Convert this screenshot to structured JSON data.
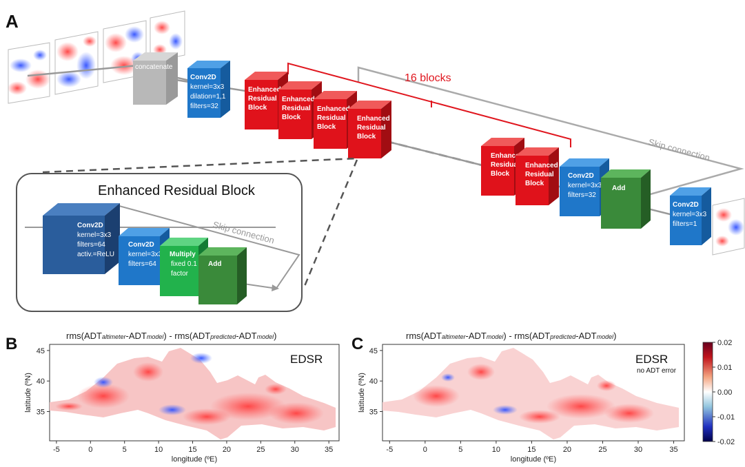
{
  "panelA": {
    "label": "A",
    "concat_label": "concatenate",
    "conv_first": {
      "title": "Conv2D",
      "lines": [
        "kernel=3x3",
        "dilation=1,1",
        "filters=32"
      ]
    },
    "erb_label": [
      "Enhanced",
      "Residual",
      "Block"
    ],
    "blocks_label": "16 blocks",
    "skip_label": "Skip connection",
    "conv_mid": {
      "title": "Conv2D",
      "lines": [
        "kernel=3x3",
        "filters=32"
      ]
    },
    "add_label": "Add",
    "conv_last": {
      "title": "Conv2D",
      "lines": [
        "kernel=3x3",
        "filters=1"
      ]
    },
    "inset": {
      "title": "Enhanced Residual Block",
      "skip_label": "Skip connection",
      "conv1": {
        "title": "Conv2D",
        "lines": [
          "kernel=3x3",
          "filters=64",
          "activ.=ReLU"
        ]
      },
      "conv2": {
        "title": "Conv2D",
        "lines": [
          "kernel=3x3",
          "filters=64"
        ]
      },
      "multiply": {
        "title": "Multiply",
        "lines": [
          "fixed 0.1",
          "factor"
        ]
      },
      "add": "Add"
    }
  },
  "panelB": {
    "label": "B",
    "title": {
      "pre": "rms(ADT",
      "s1": "altimeter",
      "mid1": "-ADT",
      "s2": "model",
      "mid2": ") - rms(ADT",
      "s3": "predicted",
      "mid3": "-ADT",
      "s4": "model",
      "end": ")"
    },
    "tag": "EDSR",
    "ylabel": "latitude  (ºN)",
    "xlabel": "longitude  (ºE)",
    "xticks": [
      "-5",
      "0",
      "5",
      "10",
      "15",
      "20",
      "25",
      "30",
      "35"
    ],
    "yticks": [
      "35",
      "40",
      "45"
    ]
  },
  "panelC": {
    "label": "C",
    "tag": "EDSR",
    "note": "no ADT error",
    "ylabel": "latitude  (ºN)",
    "xlabel": "longitude  (ºE)",
    "xticks": [
      "-5",
      "0",
      "5",
      "10",
      "15",
      "20",
      "25",
      "30",
      "35"
    ],
    "yticks": [
      "35",
      "40",
      "45"
    ]
  },
  "colorbar": {
    "ticks": [
      "0.02",
      "0.01",
      "0.00",
      "-0.01",
      "-0.02"
    ],
    "colors": {
      "max": "#b2001a",
      "mid": "#ffffff",
      "min": "#00107a"
    }
  },
  "colors": {
    "red_block": "#e0121b",
    "blue_block": "#1f77c9",
    "green_add": "#3a8a3a",
    "green_mul": "#22b24c",
    "accent_red": "#e0161e",
    "skip_gray": "#9a9a9a"
  }
}
